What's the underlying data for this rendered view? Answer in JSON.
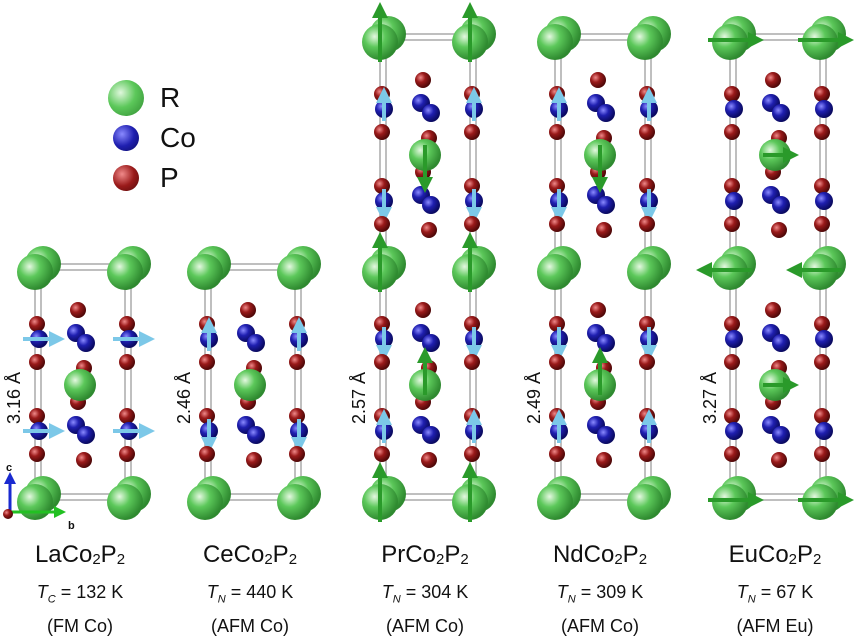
{
  "legend": [
    {
      "label": "R",
      "color": "#5cc85a"
    },
    {
      "label": "Co",
      "color": "#1f1fb0"
    },
    {
      "label": "P",
      "color": "#9a1a1a"
    }
  ],
  "axes": {
    "c": "c",
    "b": "b"
  },
  "compounds": [
    {
      "formula_base": "LaCo",
      "sub1": "2",
      "p": "P",
      "sub2": "2",
      "t_sym": "T",
      "t_sub": "C",
      "t_value": " = 132 K",
      "order": "(FM Co)",
      "lattice": "3.16 Å"
    },
    {
      "formula_base": "CeCo",
      "sub1": "2",
      "p": "P",
      "sub2": "2",
      "t_sym": "T",
      "t_sub": "N",
      "t_value": " = 440 K",
      "order": "(AFM Co)",
      "lattice": "2.46 Å"
    },
    {
      "formula_base": "PrCo",
      "sub1": "2",
      "p": "P",
      "sub2": "2",
      "t_sym": "T",
      "t_sub": "N",
      "t_value": " = 304 K",
      "order": "(AFM Co)",
      "lattice": "2.57 Å"
    },
    {
      "formula_base": "NdCo",
      "sub1": "2",
      "p": "P",
      "sub2": "2",
      "t_sym": "T",
      "t_sub": "N",
      "t_value": " = 309 K",
      "order": "(AFM Co)",
      "lattice": "2.49 Å"
    },
    {
      "formula_base": "EuCo",
      "sub1": "2",
      "p": "P",
      "sub2": "2",
      "t_sym": "T",
      "t_sub": "N",
      "t_value": " = 67 K",
      "order": "(AFM Eu)",
      "lattice": "3.27 Å"
    }
  ],
  "colors": {
    "R": "#5cc85a",
    "Co": "#1f1fb0",
    "P": "#9a1a1a",
    "co_moment": "#7cc8e8",
    "r_moment": "#2a9a2a"
  }
}
